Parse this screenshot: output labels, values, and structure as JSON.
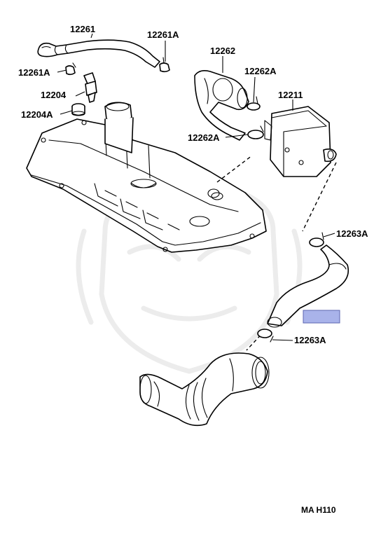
{
  "labels": {
    "hose_12261": "12261",
    "clip_12261A_top": "12261A",
    "clip_12261A_left": "12261A",
    "hose_12262": "12262",
    "clip_12262A_upper": "12262A",
    "clip_12262A_lower": "12262A",
    "valve_12204": "12204",
    "grommet_12204A": "12204A",
    "separator_12211": "12211",
    "clip_12263A_upper": "12263A",
    "clip_12263A_lower": "12263A"
  },
  "diagram_code": "MA H110",
  "colors": {
    "line": "#000000",
    "highlight_fill": "#a9b3ea",
    "highlight_stroke": "#5c66b0",
    "watermark": "#ececec"
  },
  "watermark_icon": "samurai-mask-watermark"
}
